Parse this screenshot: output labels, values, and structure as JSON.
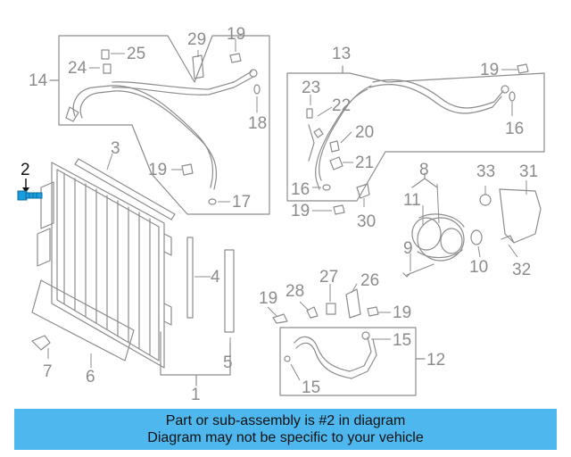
{
  "diagram": {
    "highlighted_part": "2",
    "callouts": [
      "1",
      "2",
      "3",
      "4",
      "5",
      "6",
      "7",
      "8",
      "9",
      "10",
      "11",
      "12",
      "13",
      "14",
      "15",
      "16",
      "17",
      "18",
      "19",
      "20",
      "21",
      "22",
      "23",
      "24",
      "25",
      "26",
      "27",
      "28",
      "29",
      "30",
      "31",
      "32",
      "33"
    ],
    "colors": {
      "line": "#8c8c8c",
      "highlight": "#1a9bdc",
      "highlight_text": "#111111",
      "banner": "#4db7ee"
    }
  },
  "banner": {
    "line1": "Part or sub-assembly is #2 in diagram",
    "line2": "Diagram may not be specific to your vehicle"
  }
}
